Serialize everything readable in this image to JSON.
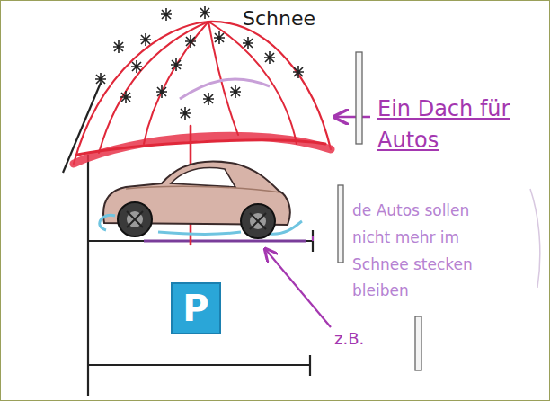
{
  "diagram": {
    "nodes": [
      {
        "text": [
          "P"
        ]
      }
    ],
    "labels": [
      "Schnee",
      "Ein Dach für Autos",
      "de Autos sollen nicht mehr im Schnee stecken bleiben",
      "z.B."
    ]
  }
}
